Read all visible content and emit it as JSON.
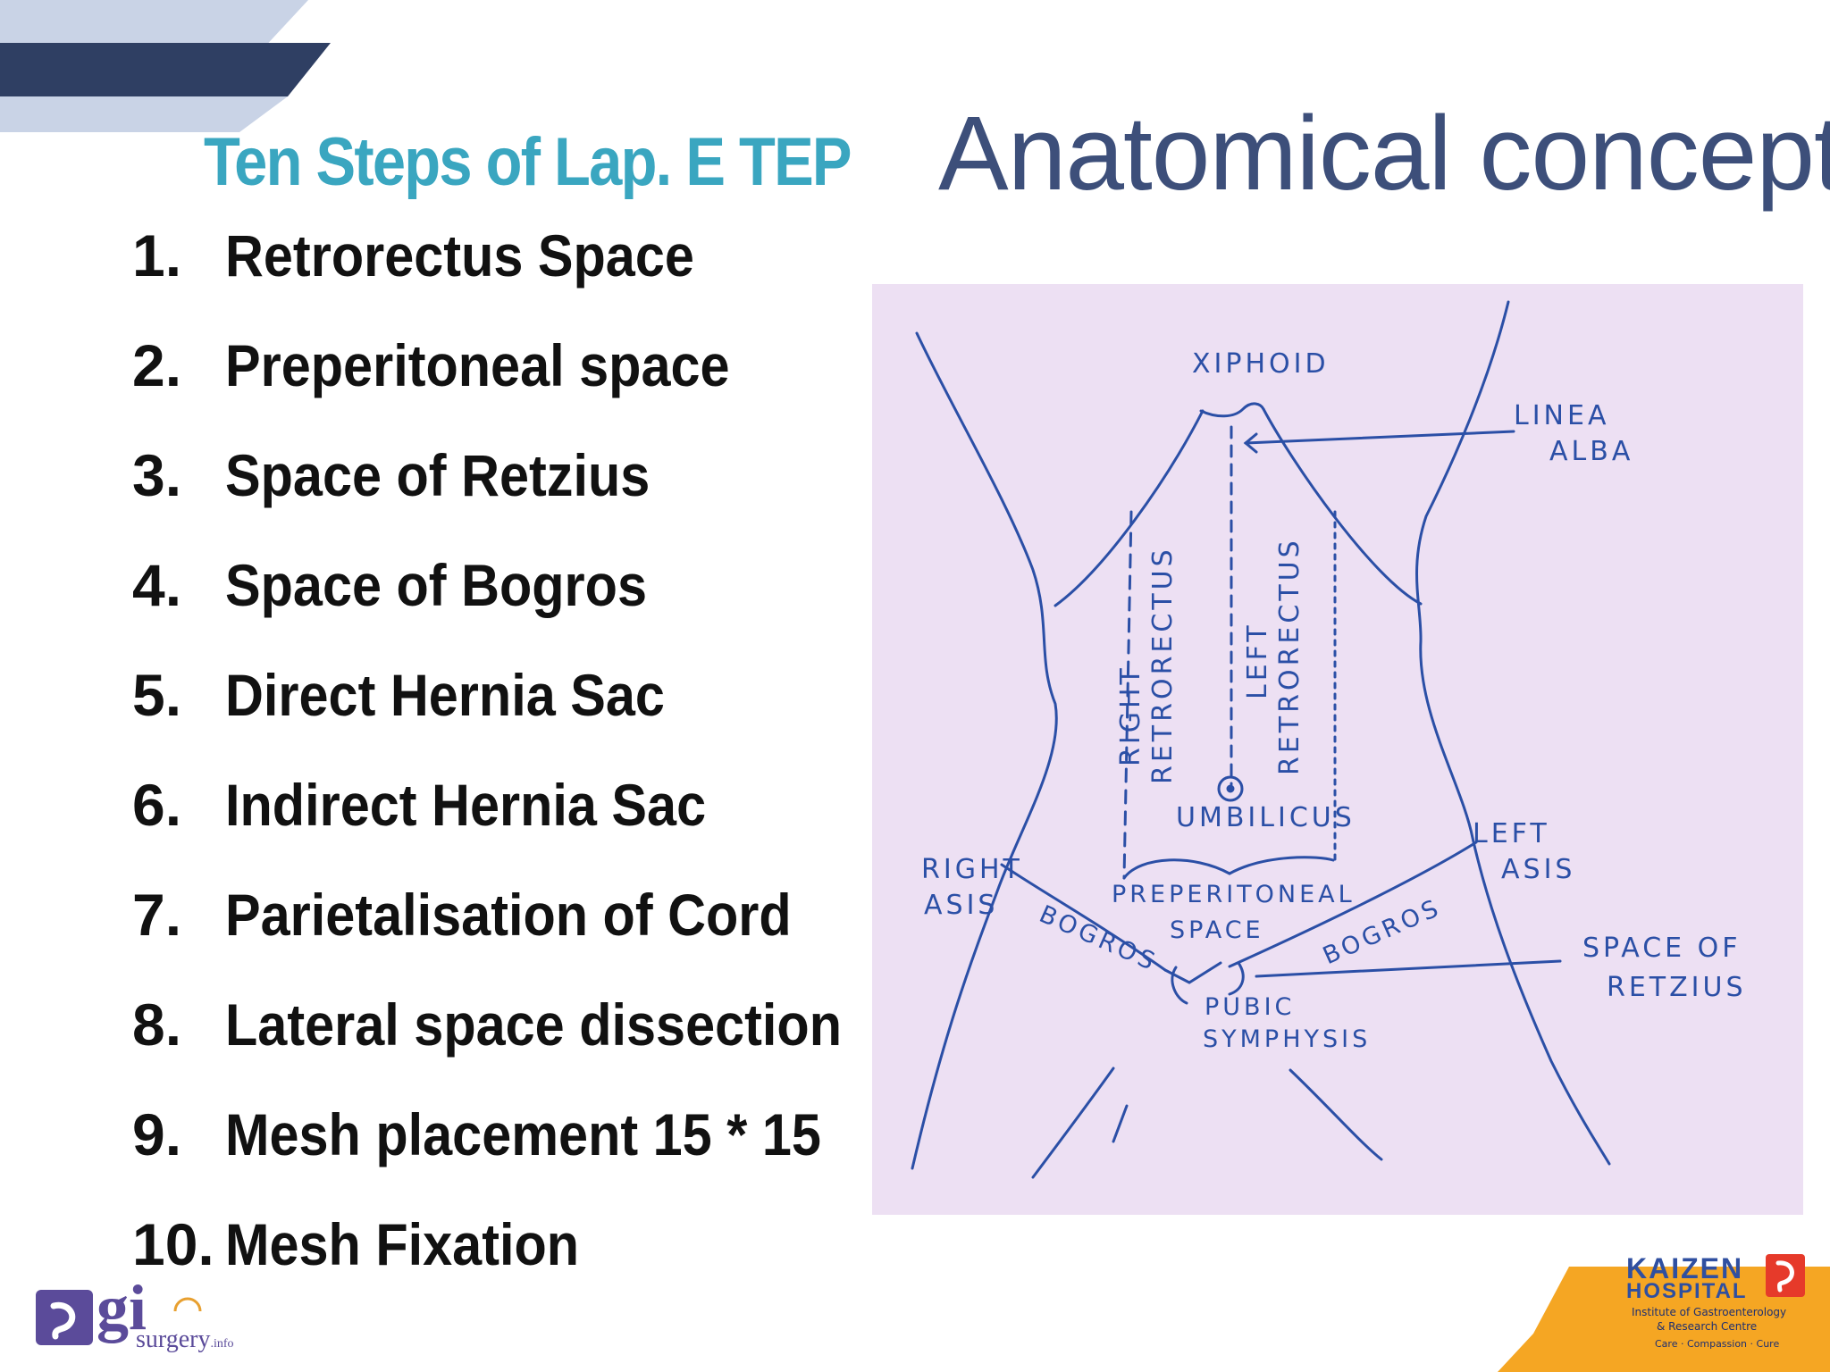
{
  "subtitle": "Ten Steps of Lap. E TEP",
  "title": "Anatomical concept",
  "steps": [
    {
      "num": "1.",
      "text": "Retrorectus Space"
    },
    {
      "num": "2.",
      "text": "Preperitoneal space"
    },
    {
      "num": "3.",
      "text": "Space of Retzius"
    },
    {
      "num": "4.",
      "text": "Space of Bogros"
    },
    {
      "num": "5.",
      "text": "Direct Hernia Sac"
    },
    {
      "num": "6.",
      "text": "Indirect Hernia Sac"
    },
    {
      "num": "7.",
      "text": "Parietalisation of Cord"
    },
    {
      "num": "8.",
      "text": "Lateral space dissection"
    },
    {
      "num": "9.",
      "text": "Mesh placement 15 * 15"
    },
    {
      "num": "10.",
      "text": "Mesh Fixation"
    }
  ],
  "diagram": {
    "xiphoid": "XIPHOID",
    "linea_alba_1": "LINEA",
    "linea_alba_2": "ALBA",
    "right_retrorectus_1": "RIGHT",
    "right_retrorectus_2": "RETRORECTUS",
    "left_retrorectus_1": "LEFT",
    "left_retrorectus_2": "RETRORECTUS",
    "umbilicus": "UMBILICUS",
    "right_asis_1": "RIGHT",
    "right_asis_2": "ASIS",
    "left_asis_1": "LEFT",
    "left_asis_2": "ASIS",
    "preperitoneal_1": "PREPERITONEAL",
    "preperitoneal_2": "SPACE",
    "bogros_right": "BOGROS",
    "bogros_left": "BOGROS",
    "pubic_1": "PUBIC",
    "pubic_2": "SYMPHYSIS",
    "retzius_1": "SPACE OF",
    "retzius_2": "RETZIUS"
  },
  "logos": {
    "gi_main": "gi",
    "gi_sub": "surgery",
    "gi_suffix": ".info",
    "kaizen_1": "KAIZEN",
    "kaizen_2": "HOSPITAL",
    "kaizen_3": "Institute of Gastroenterology",
    "kaizen_4": "& Research Centre",
    "kaizen_5": "Care · Compassion · Cure"
  },
  "colors": {
    "title": "#3d4f7a",
    "subtitle": "#3aa6c0",
    "sketch_bg": "#ede0f3",
    "ink": "#2b4fa6",
    "kaizen_orange": "#f5a623"
  }
}
